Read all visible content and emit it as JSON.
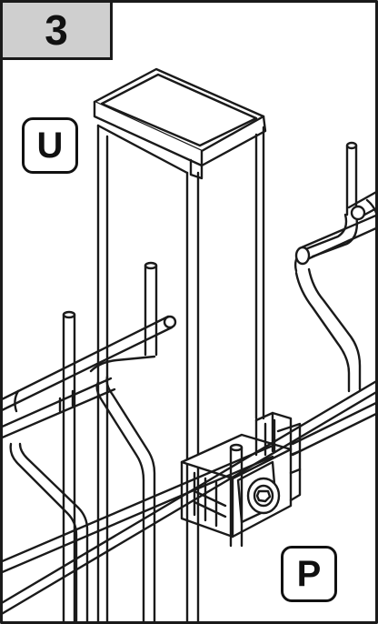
{
  "step": {
    "number": "3"
  },
  "labels": {
    "post_cap": "U",
    "clamp": "P"
  },
  "colors": {
    "line": "#1a1a1a",
    "step_fill": "#cfcfcf",
    "background": "#ffffff"
  }
}
